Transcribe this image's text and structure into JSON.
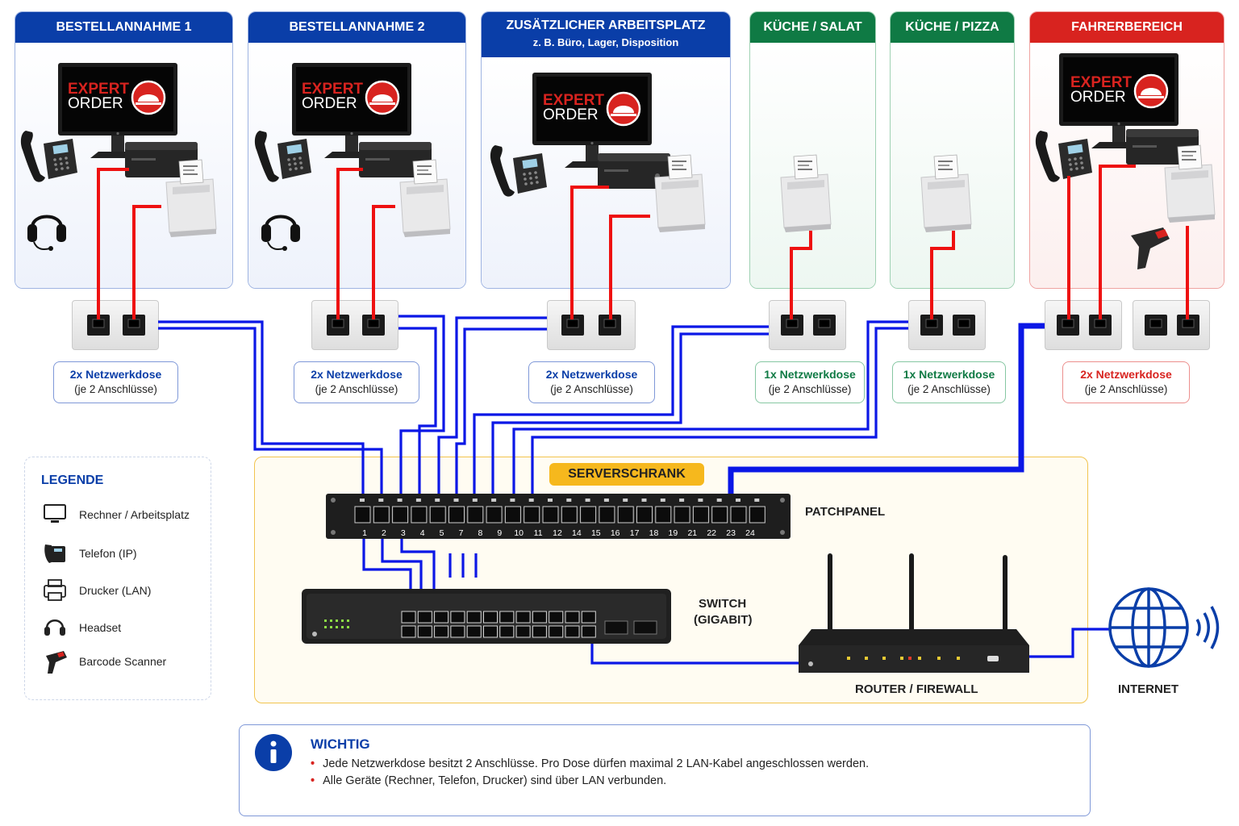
{
  "zones": [
    {
      "title": "BESTELLANNAHME 1",
      "subtitle": "",
      "color": "blue"
    },
    {
      "title": "BESTELLANNAHME 2",
      "subtitle": "",
      "color": "blue"
    },
    {
      "title": "ZUSÄTZLICHER ARBEITSPLATZ",
      "subtitle": "z. B. Büro, Lager, Disposition",
      "color": "blue"
    },
    {
      "title": "KÜCHE / SALAT",
      "subtitle": "",
      "color": "green"
    },
    {
      "title": "KÜCHE / PIZZA",
      "subtitle": "",
      "color": "green"
    },
    {
      "title": "FAHRERBEREICH",
      "subtitle": "",
      "color": "red"
    }
  ],
  "screen_logo": {
    "line1": "EXPERT",
    "line2": "ORDER"
  },
  "outlets": [
    {
      "count": "2x Netzwerkdose",
      "detail": "(je 2 Anschlüsse)"
    },
    {
      "count": "2x Netzwerkdose",
      "detail": "(je 2 Anschlüsse)"
    },
    {
      "count": "2x Netzwerkdose",
      "detail": "(je 2 Anschlüsse)"
    },
    {
      "count": "1x Netzwerkdose",
      "detail": "(je 2 Anschlüsse)"
    },
    {
      "count": "1x Netzwerkdose",
      "detail": "(je 2 Anschlüsse)"
    },
    {
      "count": "2x Netzwerkdose",
      "detail": "(je 2 Anschlüsse)"
    }
  ],
  "legend": {
    "title": "LEGENDE",
    "items": [
      {
        "label": "Rechner / Arbeitsplatz",
        "icon": "monitor-icon"
      },
      {
        "label": "Telefon (IP)",
        "icon": "phone-icon"
      },
      {
        "label": "Drucker (LAN)",
        "icon": "printer-icon"
      },
      {
        "label": "Headset",
        "icon": "headset-icon"
      },
      {
        "label": "Barcode Scanner",
        "icon": "barcode-scanner-icon"
      }
    ]
  },
  "server": {
    "title": "SERVERSCHRANK",
    "patchpanel_label": "PATCHPANEL",
    "switch_label_1": "SWITCH",
    "switch_label_2": "(GIGABIT)",
    "router_label": "ROUTER / FIREWALL",
    "port_numbers": [
      "1",
      "2",
      "3",
      "4",
      "5",
      "7",
      "8",
      "9",
      "10",
      "11",
      "12",
      "14",
      "15",
      "16",
      "17",
      "18",
      "19",
      "21",
      "22",
      "23",
      "24"
    ]
  },
  "internet_label": "INTERNET",
  "info": {
    "title": "WICHTIG",
    "bullets": [
      "Jede Netzwerkdose besitzt 2 Anschlüsse. Pro Dose dürfen maximal 2 LAN-Kabel angeschlossen werden.",
      "Alle Geräte (Rechner, Telefon, Drucker) sind über LAN verbunden."
    ]
  },
  "colors": {
    "blue": "#0a3ea8",
    "green": "#0f7a44",
    "red": "#d8231f",
    "cable_blue": "#0b17e6",
    "cable_red": "#ee1111",
    "server_yellow": "#f6b81d"
  }
}
